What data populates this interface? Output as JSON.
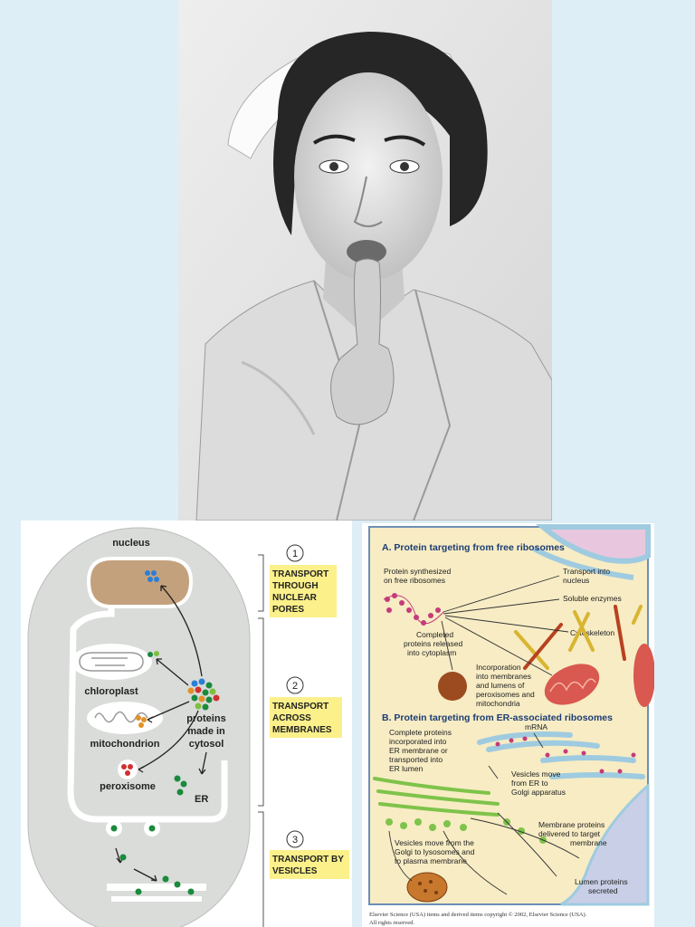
{
  "left_diagram": {
    "nucleus_label": "nucleus",
    "chloroplast_label": "chloroplast",
    "mitochondrion_label": "mitochondrion",
    "peroxisome_label": "peroxisome",
    "er_label": "ER",
    "proteins_label": [
      "proteins",
      "made in",
      "cytosol"
    ],
    "steps": [
      {
        "number": "1",
        "lines": [
          "TRANSPORT",
          "THROUGH",
          "NUCLEAR",
          "PORES"
        ]
      },
      {
        "number": "2",
        "lines": [
          "TRANSPORT",
          "ACROSS",
          "MEMBRANES"
        ]
      },
      {
        "number": "3",
        "lines": [
          "TRANSPORT BY",
          "VESICLES"
        ]
      }
    ],
    "colors": {
      "cell": "#d9dcd9",
      "nucleus": "#c4a17d",
      "label_box": "#fbf08a",
      "protein_blue": "#2a7fd6",
      "protein_green": "#1a8a3d",
      "protein_red": "#d23030",
      "protein_orange": "#e39028"
    }
  },
  "right_diagram": {
    "section_a_title": "A. Protein targeting from free ribosomes",
    "section_b_title": "B. Protein targeting from ER-associated ribosomes",
    "a_labels": {
      "synthesized": [
        "Protein synthesized",
        "on free ribosomes"
      ],
      "nucleus": [
        "Transport into",
        "nucleus"
      ],
      "soluble": [
        "Soluble enzymes"
      ],
      "cytoskeleton": [
        "Cytoskeleton"
      ],
      "completed": [
        "Completed",
        "proteins released",
        "into cytoplasm"
      ],
      "incorporation": [
        "Incorporation",
        "into membranes",
        "and lumens of",
        "peroxisomes and",
        "mitochondria"
      ]
    },
    "b_labels": {
      "mrna": [
        "mRNA"
      ],
      "complete": [
        "Complete proteins",
        "incorporated into",
        "ER membrane or",
        "transported into",
        "ER lumen"
      ],
      "vesicles_er": [
        "Vesicles move",
        "from ER to",
        "Golgi apparatus"
      ],
      "membrane_proteins": [
        "Membrane proteins",
        "delivered to target",
        "membrane"
      ],
      "vesicles_golgi": [
        "Vesicles move from the",
        "Golgi to lysosomes and",
        "to plasma membrane"
      ],
      "lumen": [
        "Lumen proteins",
        "secreted"
      ]
    },
    "copyright": [
      "Elsevier Science (USA) items and derived items copyright © 2002, Elsevier Science (USA).",
      "All rights reserved."
    ],
    "colors": {
      "background": "#f7ecc4",
      "border": "#6b8fb5",
      "title": "#1d3d75",
      "membrane": "#9fcbe0",
      "ribosome": "#c43b7a",
      "cytoskeleton": "#d8b531",
      "mitochondrion": "#d9584f",
      "vesicle": "#7fc34a",
      "arrow": "#333333"
    }
  }
}
